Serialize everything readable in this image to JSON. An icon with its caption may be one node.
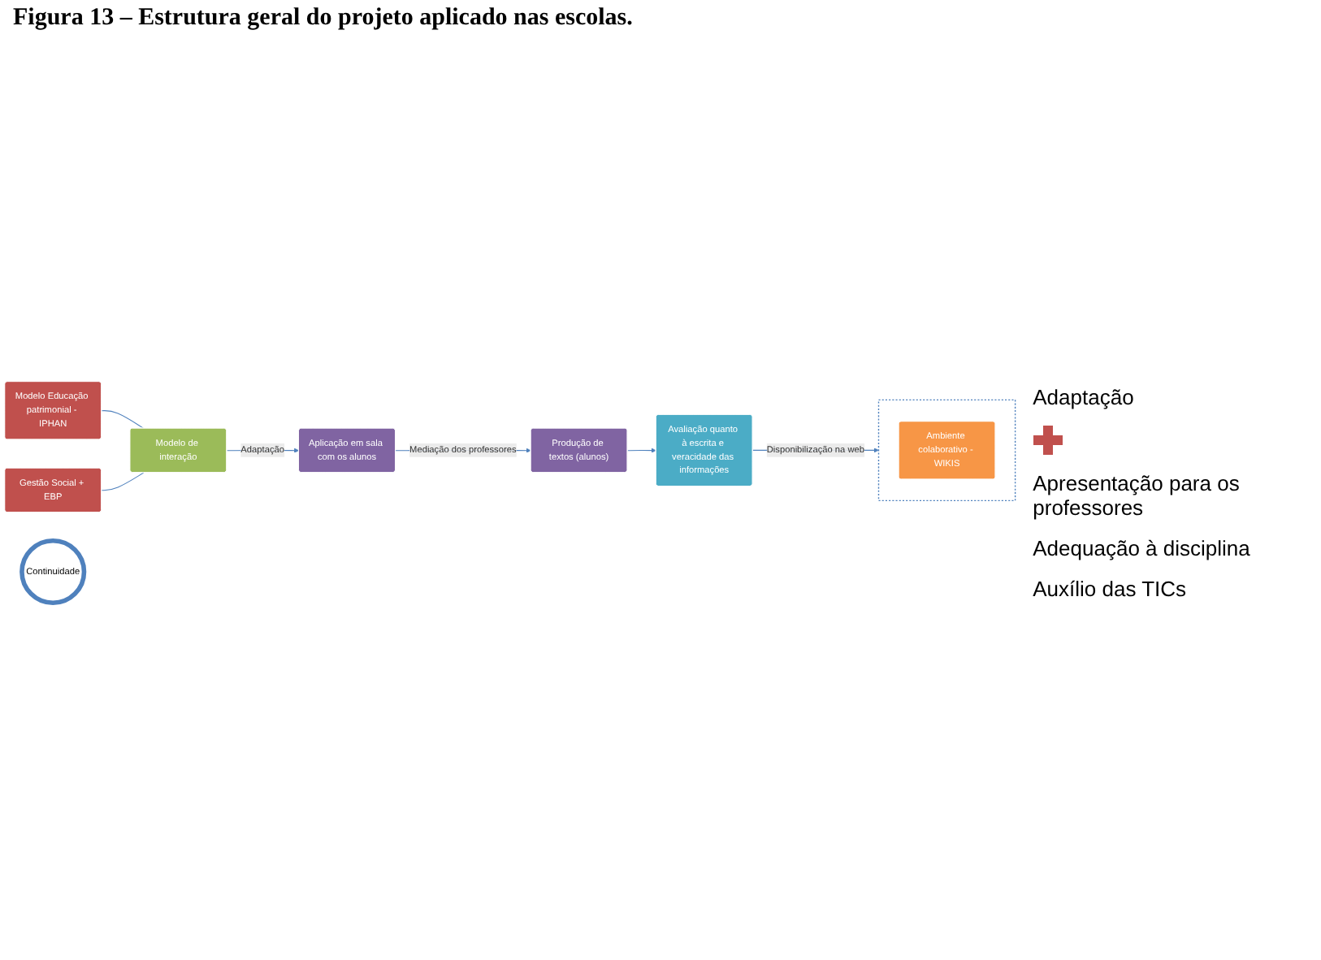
{
  "diagram": {
    "title": "Figura 13 – Estrutura geral do projeto aplicado nas escolas.",
    "nodes": [
      {
        "text": [
          "Modelo Educação patrimonial - IPHAN"
        ]
      },
      {
        "text": [
          "Gestão Social + EBP"
        ]
      },
      {
        "text": [
          "Modelo de interação"
        ]
      },
      {
        "text": [
          "Aplicação em sala com os alunos"
        ]
      },
      {
        "text": [
          "Produção de textos (alunos)"
        ]
      },
      {
        "text": [
          "Avaliação quanto à escrita e veracidade das informações"
        ]
      },
      {
        "text": [],
        "shape": "star"
      },
      {
        "text": [
          "Ambiente colaborativo - WIKIS"
        ],
        "in": 6
      },
      {
        "text": [
          "Continuidade"
        ]
      }
    ],
    "edges": [
      {
        "from": 0,
        "to": 2,
        "arrow": "none"
      },
      {
        "from": 1,
        "to": 2,
        "arrow": "none"
      },
      {
        "from": 2,
        "to": 3,
        "arrow": "to",
        "label": "Adaptação"
      },
      {
        "from": 3,
        "to": 4,
        "arrow": "to",
        "label": "Mediação dos professores"
      },
      {
        "from": 4,
        "to": 5,
        "arrow": "to"
      },
      {
        "from": 5,
        "to": 6,
        "arrow": "to",
        "label": "Disponibilização na web"
      }
    ],
    "labels": [
      "Adaptação",
      "Apresentação para os professores",
      "Adequação à disciplina",
      "Auxílio das TICs"
    ]
  }
}
